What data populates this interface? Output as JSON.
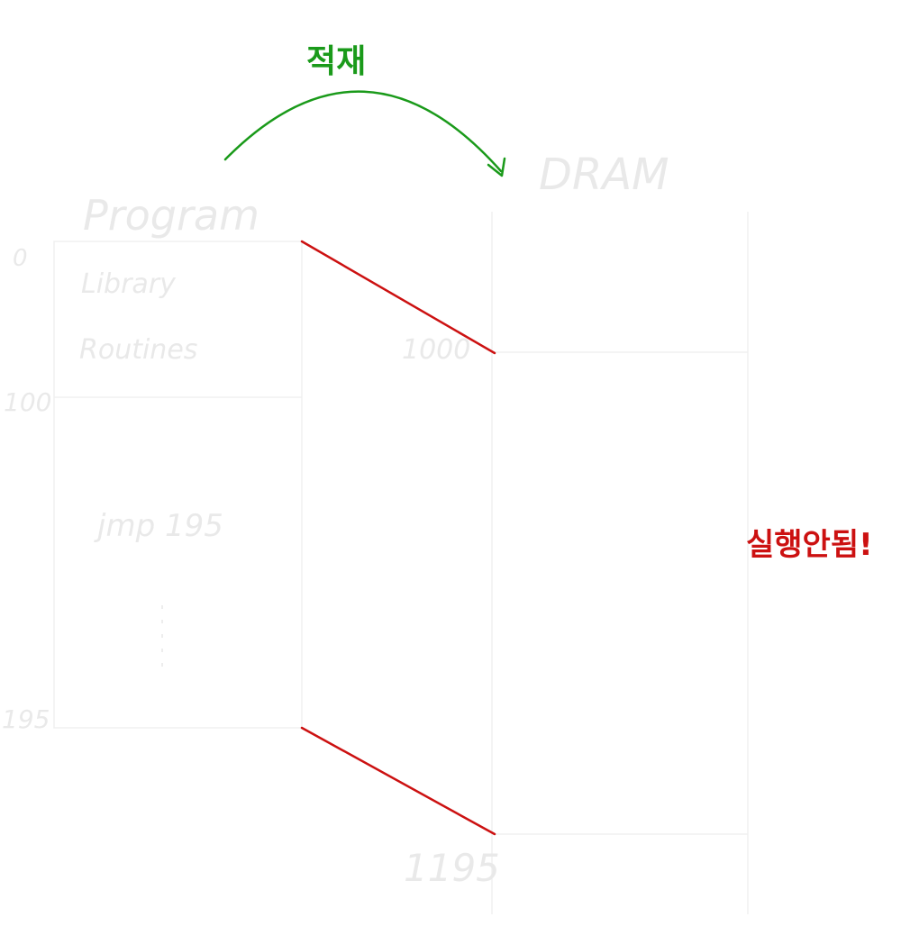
{
  "colors": {
    "green": "#1a9a1a",
    "red": "#cc1111",
    "faint": "#e9e9e9"
  },
  "program": {
    "title": "Program",
    "addr_start": "0",
    "addr_mid": "100",
    "addr_end": "195",
    "section_top_line1": "Library",
    "section_top_line2": "Routines",
    "instruction": "jmp 195"
  },
  "dram": {
    "title": "DRAM",
    "addr_start": "1000",
    "addr_end": "1195"
  },
  "annotations": {
    "load_label": "적재",
    "error_label": "실행안됨!"
  }
}
